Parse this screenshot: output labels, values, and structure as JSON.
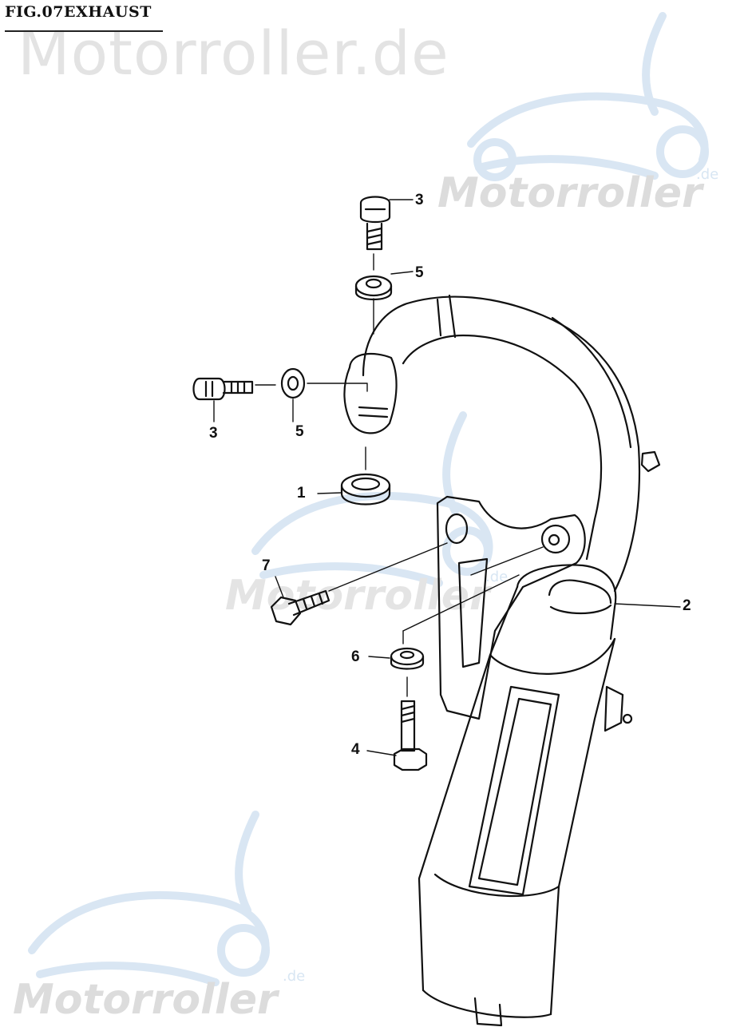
{
  "figure": {
    "title": "FIG.07EXHAUST"
  },
  "watermark": {
    "header_text": "Motorroller.de",
    "logo_text": "Motorroller",
    "logo_suffix": ".de"
  },
  "callouts": [
    {
      "id": "c3a",
      "label": "3"
    },
    {
      "id": "c5a",
      "label": "5"
    },
    {
      "id": "c3b",
      "label": "3"
    },
    {
      "id": "c5b",
      "label": "5"
    },
    {
      "id": "c1",
      "label": "1"
    },
    {
      "id": "c7",
      "label": "7"
    },
    {
      "id": "c2",
      "label": "2"
    },
    {
      "id": "c6",
      "label": "6"
    },
    {
      "id": "c4",
      "label": "4"
    }
  ]
}
